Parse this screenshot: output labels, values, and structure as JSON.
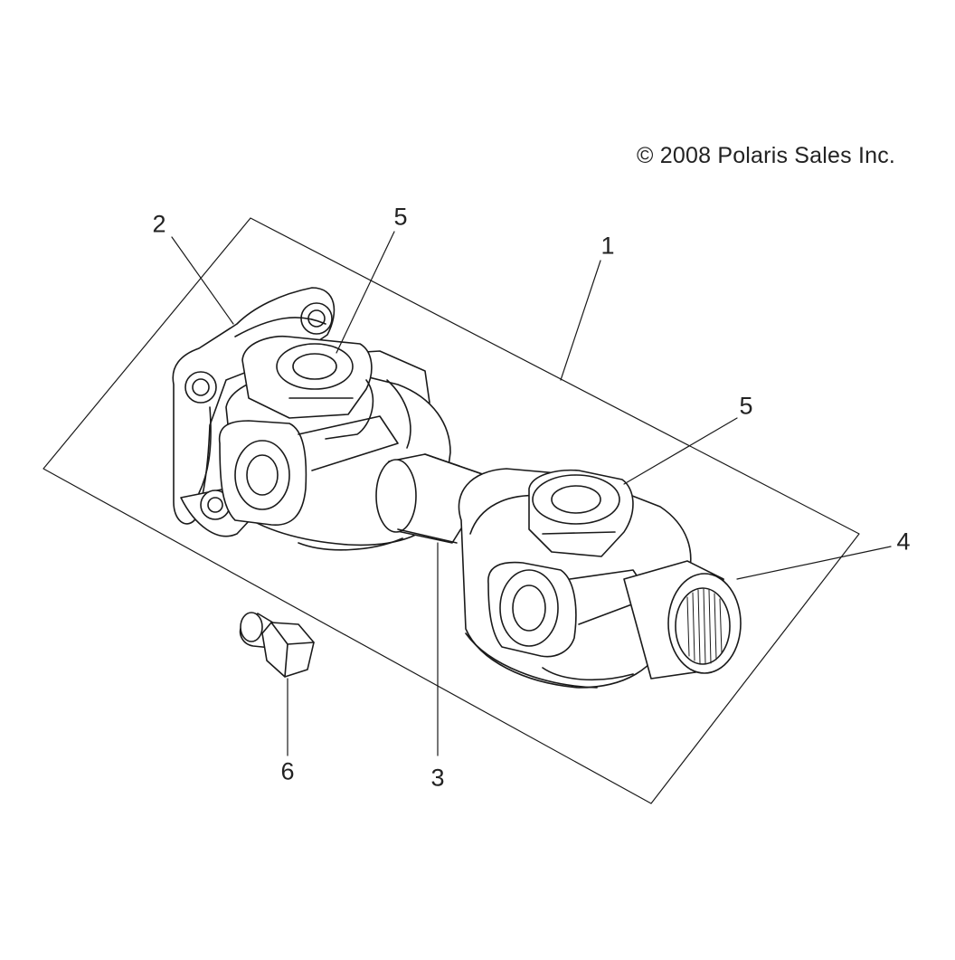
{
  "diagram": {
    "copyright": "© 2008 Polaris Sales Inc.",
    "callouts": [
      {
        "id": "c1",
        "label": "1",
        "part": "driveshaft-assembly"
      },
      {
        "id": "c2",
        "label": "2",
        "part": "flange-yoke"
      },
      {
        "id": "c3",
        "label": "3",
        "part": "shaft-tube"
      },
      {
        "id": "c4",
        "label": "4",
        "part": "splined-yoke"
      },
      {
        "id": "c5a",
        "label": "5",
        "part": "u-joint-cross-rear"
      },
      {
        "id": "c5b",
        "label": "5",
        "part": "u-joint-cross-front"
      },
      {
        "id": "c6",
        "label": "6",
        "part": "bolt"
      }
    ]
  }
}
